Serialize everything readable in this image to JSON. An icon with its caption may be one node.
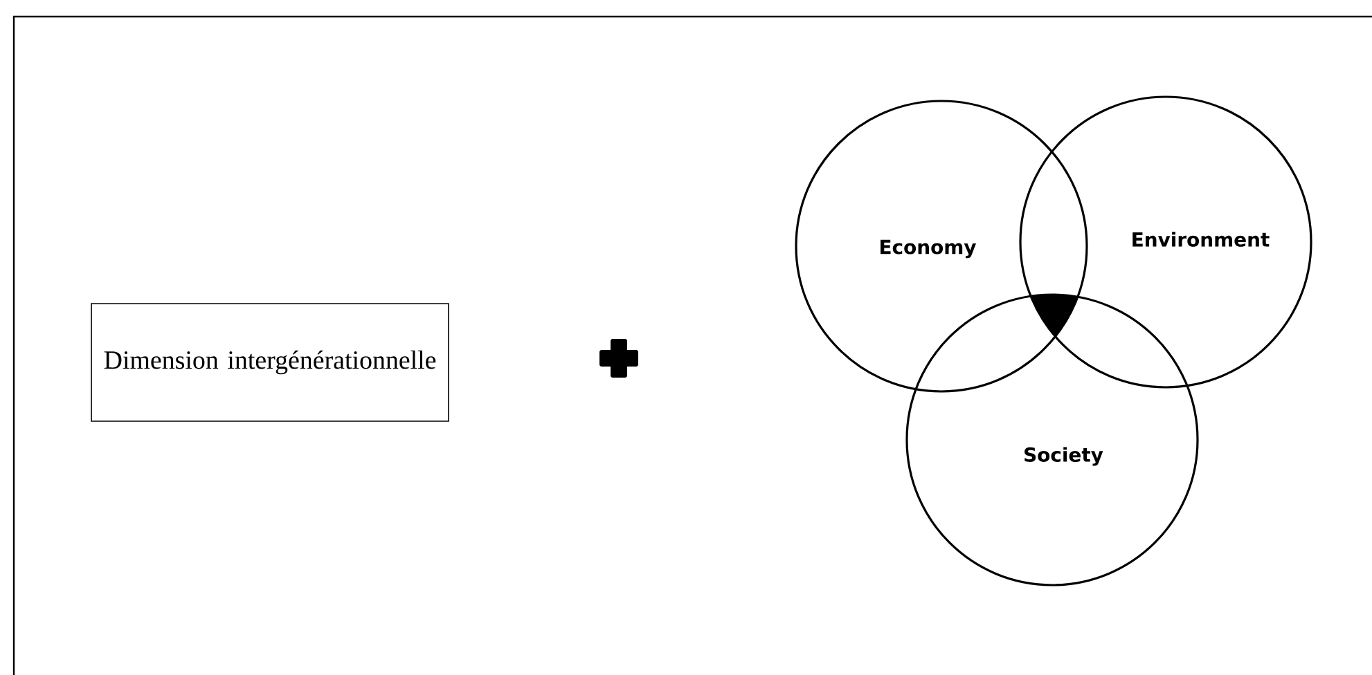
{
  "diagram": {
    "nodes": [
      {
        "text": [
          "Dimension intergénérationnelle"
        ]
      },
      {
        "text": [
          "Economy"
        ]
      },
      {
        "text": [
          "Environment"
        ]
      },
      {
        "text": [
          "Society"
        ]
      }
    ]
  }
}
